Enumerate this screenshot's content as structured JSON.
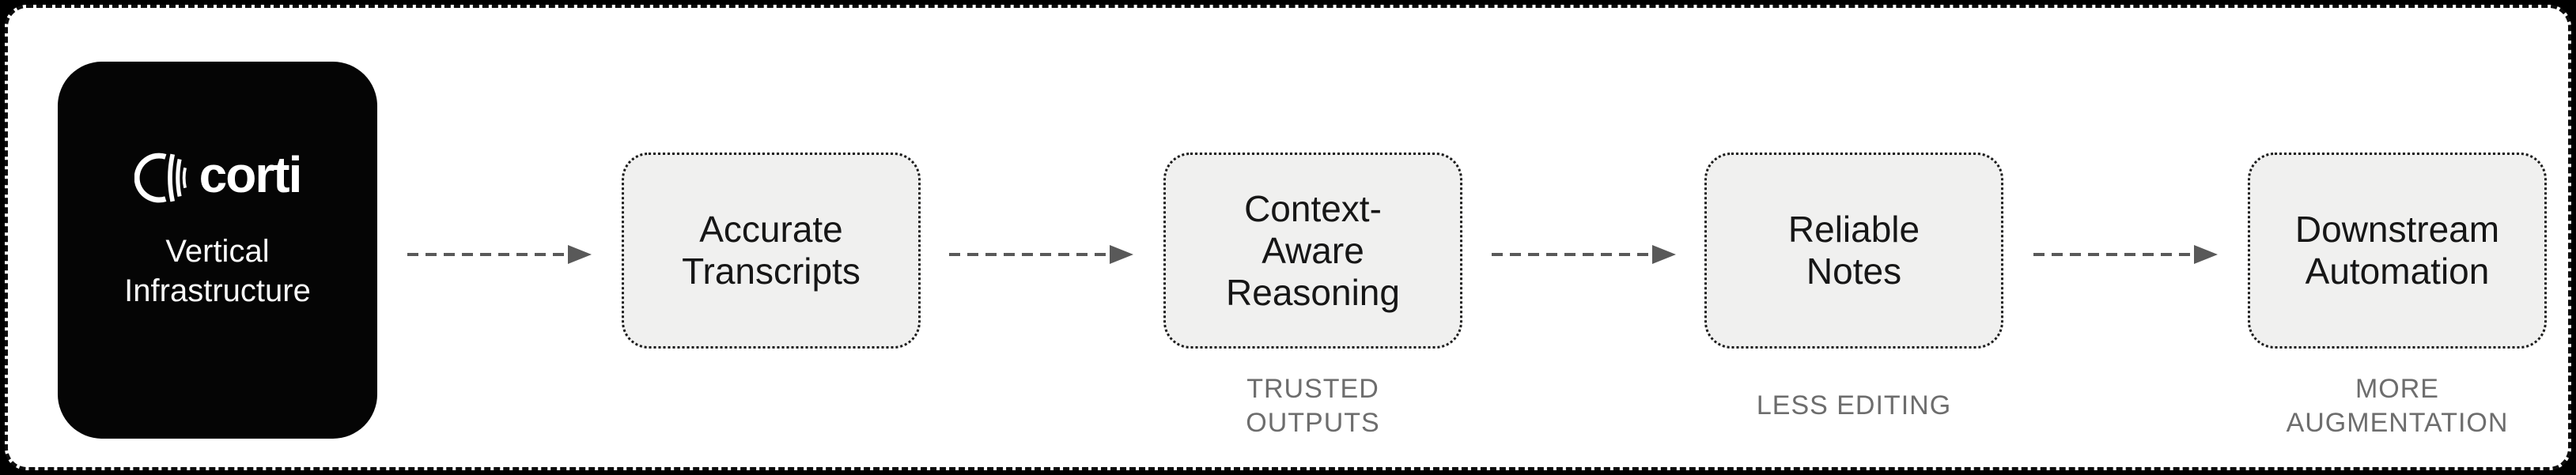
{
  "diagram": {
    "source_node": {
      "wordmark": "corti",
      "label": "Vertical\nInfrastructure"
    },
    "steps": [
      {
        "label": "Accurate\nTranscripts",
        "caption": ""
      },
      {
        "label": "Context-\nAware\nReasoning",
        "caption": "TRUSTED\nOUTPUTS"
      },
      {
        "label": "Reliable\nNotes",
        "caption": "LESS EDITING"
      },
      {
        "label": "Downstream\nAutomation",
        "caption": "MORE\nAUGMENTATION"
      }
    ],
    "colors": {
      "canvas": "#000000",
      "card_background": "#ffffff",
      "source_node_background": "#050505",
      "step_background": "#f0f0ef",
      "step_border": "#1a1a1a",
      "label_text": "#161616",
      "caption_text": "#6d6d6d",
      "arrow": "#595959"
    }
  }
}
